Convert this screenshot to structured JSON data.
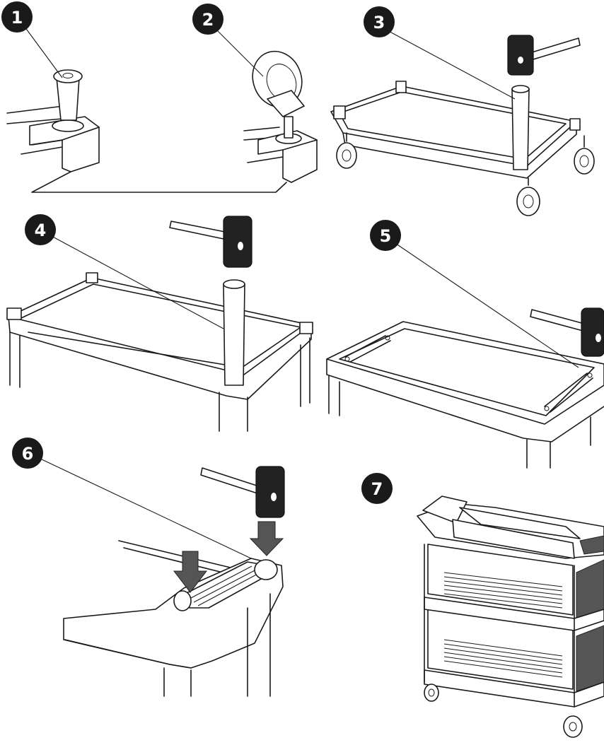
{
  "steps": [
    {
      "number": "1"
    },
    {
      "number": "2"
    },
    {
      "number": "3"
    },
    {
      "number": "4"
    },
    {
      "number": "5"
    },
    {
      "number": "6"
    },
    {
      "number": "7"
    }
  ]
}
